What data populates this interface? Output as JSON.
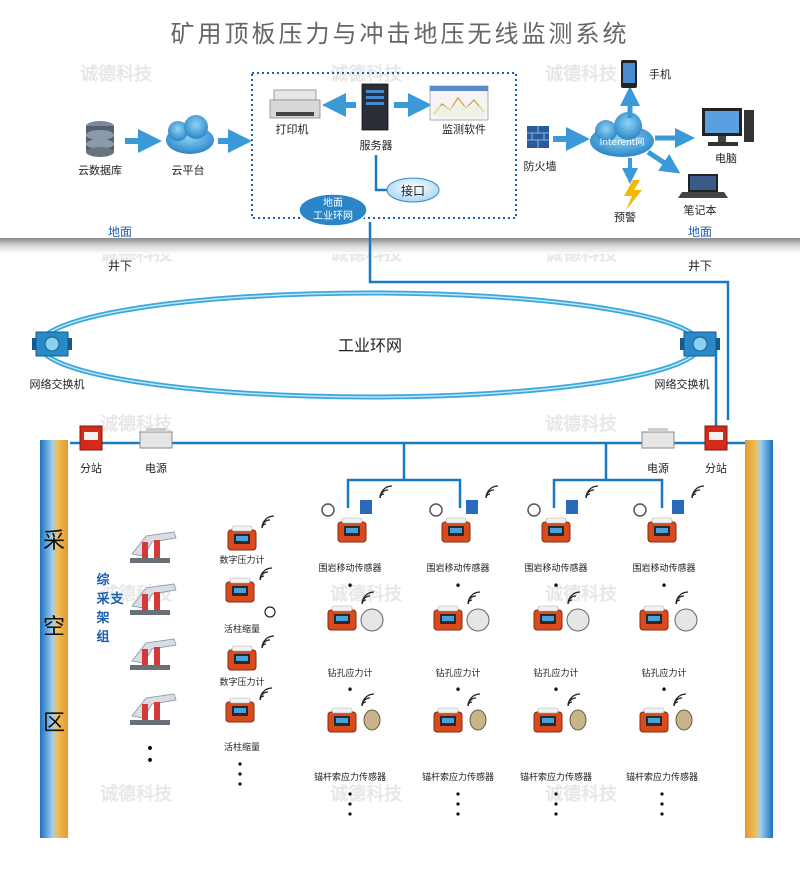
{
  "title": "矿用顶板压力与冲击地压无线监测系统",
  "surface": {
    "cloud_db": "云数据库",
    "cloud_platform": "云平台",
    "printer": "打印机",
    "server": "服务器",
    "monitor_software": "监测软件",
    "interface": "接口",
    "ring_top": "地面",
    "ring_bottom": "工业环网",
    "firewall": "防火墙",
    "internet": "Interent网",
    "phone": "手机",
    "alarm": "预警",
    "computer": "电脑",
    "laptop": "笔记本",
    "ground_left": "地面",
    "under_left": "井下",
    "ground_right": "地面",
    "under_right": "井下"
  },
  "underground": {
    "ring_label": "工业环网",
    "switch_left": "网络交换机",
    "switch_right": "网络交换机",
    "substation_left": "分站",
    "power_left": "电源",
    "power_right": "电源",
    "substation_right": "分站",
    "goaf": [
      "采",
      "空",
      "区"
    ],
    "support": "综采支架组",
    "digital_gauge": "数字压力计",
    "column_shrink": "活柱缩量",
    "sensor_row1": "围岩移动传感器",
    "sensor_row2": "钻孔应力计",
    "sensor_row3": "锚杆索应力传感器",
    "ellipsis": "• • •"
  },
  "watermark": "诚德科技",
  "colors": {
    "line_blue": "#1a7ac0",
    "device_red": "#d94a1e",
    "label_blue": "#1a5fb0",
    "ring_cyan": "#3aa8dc",
    "alarm_yellow": "#f5b800"
  }
}
